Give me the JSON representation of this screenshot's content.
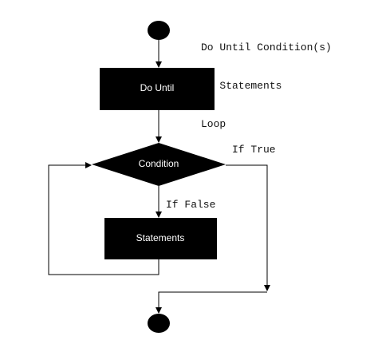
{
  "code_snippet": {
    "line1": "Do Until Condition(s)",
    "line2": "   Statements",
    "line3": "Loop"
  },
  "nodes": {
    "do_until": "Do Until",
    "condition": "Condition",
    "statements": "Statements"
  },
  "branches": {
    "if_true": "If True",
    "if_false": "If False"
  },
  "colors": {
    "shape_fill": "#000000",
    "line": "#000000",
    "label_text": "#ffffff"
  }
}
